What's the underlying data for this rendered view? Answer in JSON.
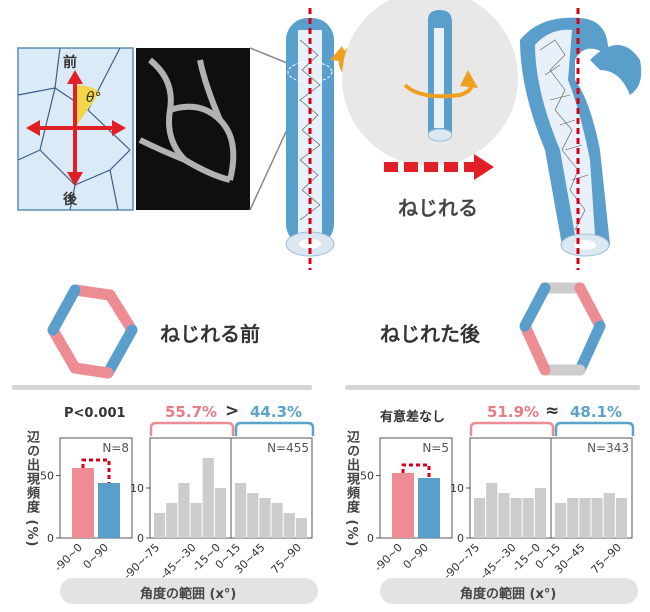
{
  "top": {
    "front_label": "前",
    "back_label": "後",
    "theta_label": "θ°",
    "twist_label": "ねじれる"
  },
  "left_panel": {
    "title": "ねじれる前",
    "p_value": "P<0.001",
    "compare_left": "55.7%",
    "compare_op": ">",
    "compare_right": "44.3%",
    "y_label": "辺の出現頻度 (%)",
    "x_label": "角度の範囲 (x°)"
  },
  "right_panel": {
    "title": "ねじれた後",
    "p_value": "有意差なし",
    "compare_left": "51.9%",
    "compare_op": "≈",
    "compare_right": "48.1%",
    "y_label": "辺の出現頻度 (%)",
    "x_label": "角度の範囲 (x°)"
  },
  "colors": {
    "pink": "#ee8c93",
    "blue": "#5a9ecb",
    "red": "#d4001a",
    "gray": "#cccccc"
  },
  "chart_data": [
    {
      "type": "bar",
      "categories": [
        "-90~0",
        "0~90"
      ],
      "values": [
        56,
        44
      ],
      "n_label": "N=8",
      "yticks": [
        0,
        50
      ]
    },
    {
      "type": "bar",
      "categories": [
        "-90~-75",
        "-75~-60",
        "-60~-45",
        "-45~-30",
        "-30~-15",
        "-15~0",
        "0~15",
        "15~30",
        "30~45",
        "45~60",
        "60~75",
        "75~90"
      ],
      "tick_labels": [
        "-90~-75",
        "-45~-30",
        "-15~0",
        "0~15",
        "30~45",
        "75~90"
      ],
      "values": [
        5,
        7,
        11,
        7,
        16,
        10,
        11,
        9,
        8,
        7,
        5,
        4
      ],
      "n_label": "N=455",
      "yticks": [
        0,
        10
      ]
    },
    {
      "type": "bar",
      "categories": [
        "-90~0",
        "0~90"
      ],
      "values": [
        52,
        48
      ],
      "n_label": "N=5",
      "yticks": [
        0,
        50
      ]
    },
    {
      "type": "bar",
      "categories": [
        "-90~-75",
        "-75~-60",
        "-60~-45",
        "-45~-30",
        "-30~-15",
        "-15~0",
        "0~15",
        "15~30",
        "30~45",
        "45~60",
        "60~75",
        "75~90"
      ],
      "tick_labels": [
        "-90~-75",
        "-45~-30",
        "-15~0",
        "0~15",
        "30~45",
        "75~90"
      ],
      "values": [
        8,
        11,
        9,
        8,
        8,
        10,
        7,
        8,
        8,
        8,
        9,
        8
      ],
      "n_label": "N=343",
      "yticks": [
        0,
        10
      ]
    }
  ]
}
